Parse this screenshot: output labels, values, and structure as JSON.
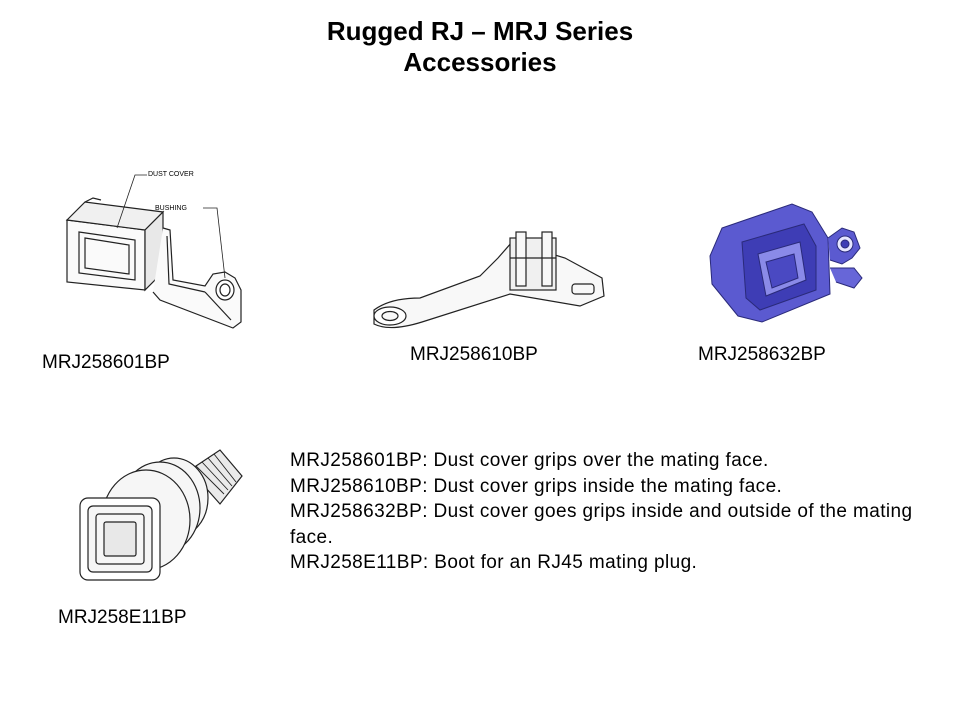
{
  "slide": {
    "title_line1": "Rugged RJ – MRJ Series",
    "title_line2": "Accessories"
  },
  "products": [
    {
      "part": "MRJ258601BP",
      "callouts": [
        "DUST COVER",
        "BUSHING"
      ]
    },
    {
      "part": "MRJ258610BP"
    },
    {
      "part": "MRJ258632BP",
      "color": "#5b5ad0"
    },
    {
      "part": "MRJ258E11BP"
    }
  ],
  "descriptions": [
    "MRJ258601BP: Dust cover grips over the mating face.",
    "MRJ258610BP: Dust cover grips inside the mating face.",
    "MRJ258632BP: Dust cover goes grips inside and outside of the mating face.",
    "MRJ258E11BP: Boot for an RJ45 mating plug."
  ]
}
